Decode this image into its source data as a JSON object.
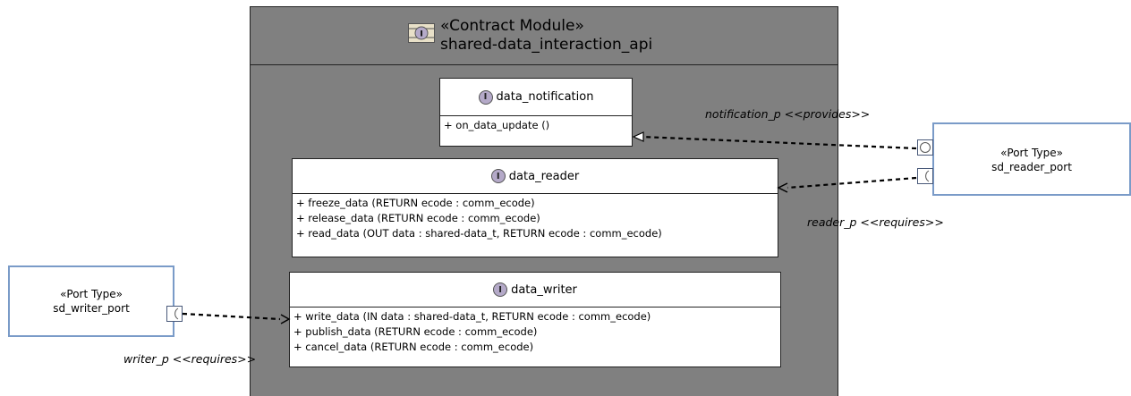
{
  "module": {
    "stereotype": "«Contract Module»",
    "name": "shared-data_interaction_api",
    "icon": "interface-module-icon"
  },
  "interfaces": {
    "notification": {
      "name": "data_notification",
      "ops": [
        "+ on_data_update ()"
      ]
    },
    "reader": {
      "name": "data_reader",
      "ops": [
        "+ freeze_data (RETURN ecode : comm_ecode)",
        "+ release_data (RETURN ecode : comm_ecode)",
        "+ read_data (OUT data : shared-data_t, RETURN ecode : comm_ecode)"
      ]
    },
    "writer": {
      "name": "data_writer",
      "ops": [
        "+ write_data (IN data : shared-data_t, RETURN ecode : comm_ecode)",
        "+ publish_data (RETURN ecode : comm_ecode)",
        "+ cancel_data (RETURN ecode : comm_ecode)"
      ]
    }
  },
  "port_types": {
    "reader": {
      "stereotype": "«Port Type»",
      "name": "sd_reader_port"
    },
    "writer": {
      "stereotype": "«Port Type»",
      "name": "sd_writer_port"
    }
  },
  "connector_labels": {
    "notification_p": "notification_p <<provides>>",
    "reader_p": "reader_p <<requires>>",
    "writer_p": "writer_p <<requires>>"
  },
  "badge_letter": "I",
  "colors": {
    "module_fill": "#808080",
    "port_type_border": "#7a9bc8",
    "badge_fill": "#b4a9c8"
  }
}
